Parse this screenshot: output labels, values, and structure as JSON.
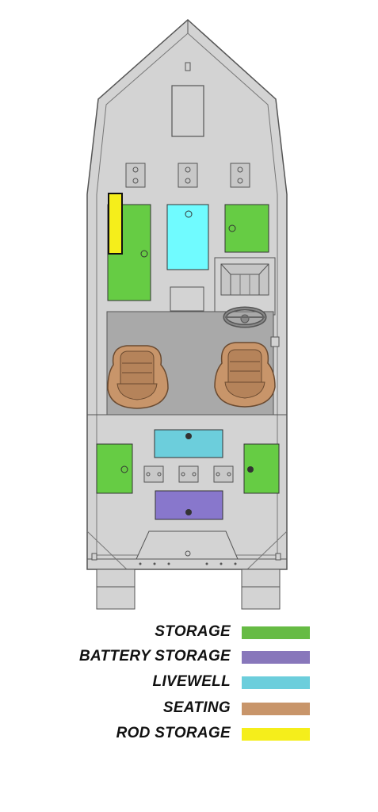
{
  "colors": {
    "hull": "#d3d3d3",
    "outline": "#555555",
    "cockpit_floor": "#a9a9a9",
    "storage": "#66cc44",
    "battery_storage": "#8877cc",
    "livewell": "#6ccedc",
    "livewell_front": "#70fbff",
    "seating": "#c8956a",
    "rod_storage": "#f5ee1b"
  },
  "legend": {
    "items": [
      {
        "label": "STORAGE",
        "color": "#66bb44"
      },
      {
        "label": "BATTERY STORAGE",
        "color": "#8877bb"
      },
      {
        "label": "LIVEWELL",
        "color": "#6ccedc"
      },
      {
        "label": "SEATING",
        "color": "#c8956a"
      },
      {
        "label": "ROD STORAGE",
        "color": "#f5ee1b"
      }
    ]
  }
}
